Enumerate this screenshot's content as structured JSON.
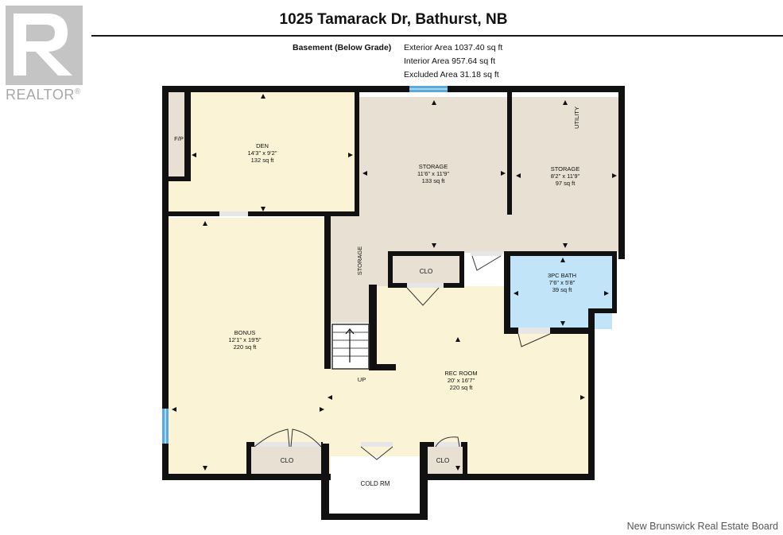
{
  "header": {
    "title": "1025 Tamarack Dr, Bathurst, NB",
    "level_label": "Basement (Below Grade)",
    "areas": [
      "Exterior Area 1037.40 sq ft",
      "Interior Area 957.64 sq ft",
      "Excluded Area 31.18 sq ft"
    ]
  },
  "logo": {
    "word": "REALTOR",
    "mark": "®"
  },
  "rooms": {
    "den": {
      "name": "DEN",
      "dims": "14'3\" x 9'2\"",
      "area": "132 sq ft"
    },
    "storage1": {
      "name": "STORAGE",
      "dims": "11'6\" x 11'9\"",
      "area": "133 sq ft"
    },
    "storage2": {
      "name": "STORAGE",
      "dims": "8'2\" x 11'9\"",
      "area": "97 sq ft"
    },
    "bath": {
      "name": "3PC BATH",
      "dims": "7'6\" x 5'8\"",
      "area": "39 sq ft"
    },
    "bonus": {
      "name": "BONUS",
      "dims": "12'1\" x 19'5\"",
      "area": "220 sq ft"
    },
    "rec": {
      "name": "REC ROOM",
      "dims": "20' x 16'7\"",
      "area": "220 sq ft"
    }
  },
  "labels": {
    "fp": "F/P",
    "utility": "UTILITY",
    "storage_vertical": "STORAGE",
    "clo_top": "CLO",
    "clo_left": "CLO",
    "clo_right": "CLO",
    "cold_rm": "COLD RM",
    "up": "UP"
  },
  "colors": {
    "wall": "#111111",
    "floor_yellow": "#faf3d5",
    "floor_beige": "#e8e0d2",
    "bath_blue": "#c2e4f8",
    "window_blue": "#5aa9d8"
  },
  "footer": "New Brunswick Real Estate Board"
}
